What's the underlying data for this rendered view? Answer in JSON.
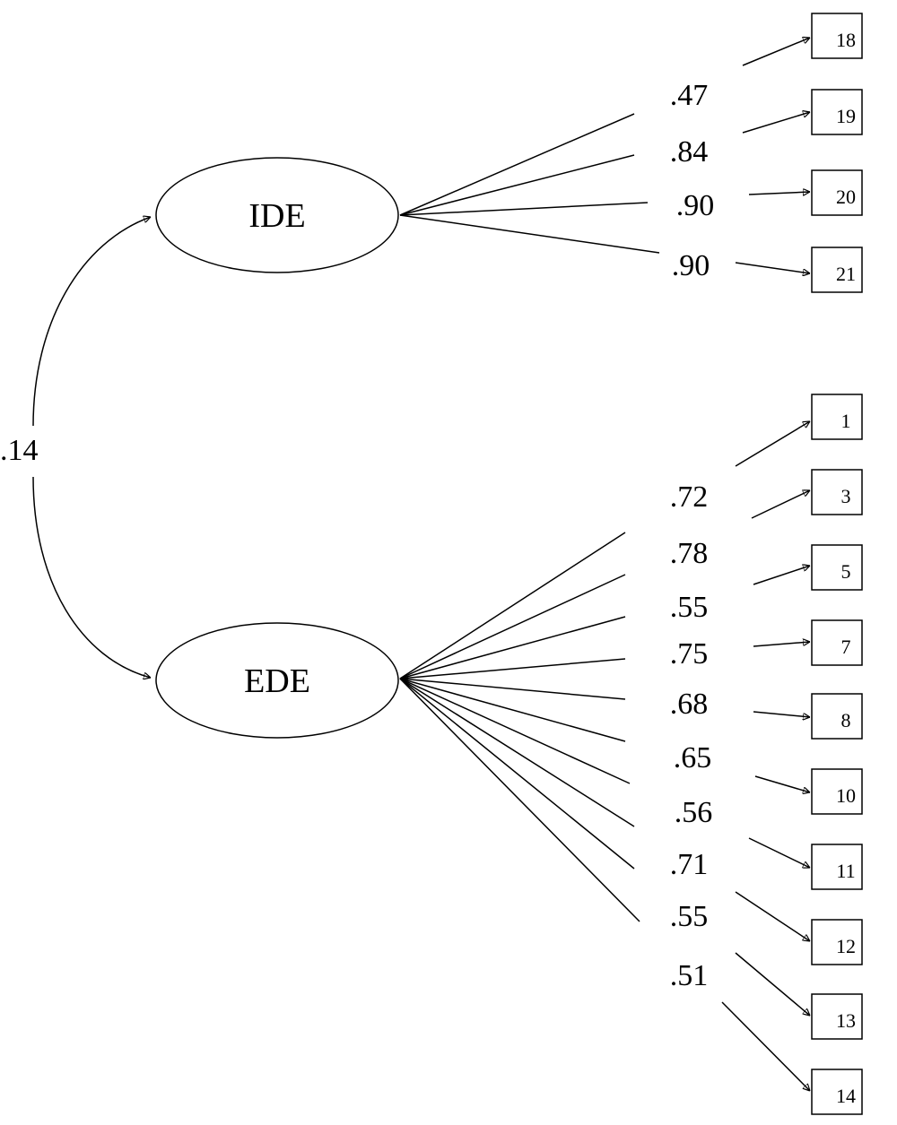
{
  "factors": [
    {
      "id": "ide",
      "label": "IDE"
    },
    {
      "id": "ede",
      "label": "EDE"
    }
  ],
  "correlation": ".14",
  "ide_loadings": [
    {
      "value": ".47",
      "item": "18"
    },
    {
      "value": ".84",
      "item": "19"
    },
    {
      "value": ".90",
      "item": "20"
    },
    {
      "value": ".90",
      "item": "21"
    }
  ],
  "ede_loadings": [
    {
      "value": ".72",
      "item": "1"
    },
    {
      "value": ".78",
      "item": "3"
    },
    {
      "value": ".55",
      "item": "5"
    },
    {
      "value": ".75",
      "item": "7"
    },
    {
      "value": ".68",
      "item": "8"
    },
    {
      "value": ".65",
      "item": "10"
    },
    {
      "value": ".56",
      "item": "11"
    },
    {
      "value": ".71",
      "item": "12"
    },
    {
      "value": ".55",
      "item": "13"
    },
    {
      "value": ".51",
      "item": "14"
    }
  ]
}
